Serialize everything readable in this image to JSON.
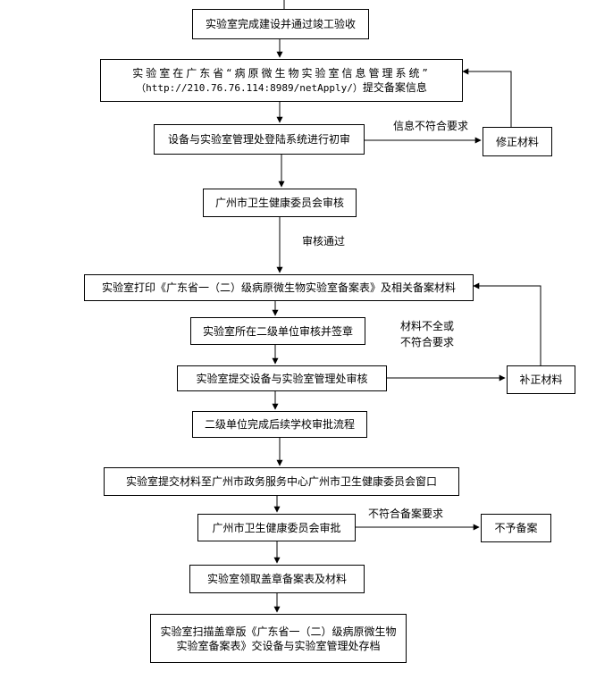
{
  "steps": {
    "s1": "实验室完成建设并通过竣工验收",
    "s2_line1": "实验室在广东省“病原微生物实验室信息管理系统”",
    "s2_line2_url": "（http://210.76.76.114:8989/netApply/）",
    "s2_line2_rest": "提交备案信息",
    "s3": "设备与实验室管理处登陆系统进行初审",
    "s4": "广州市卫生健康委员会审核",
    "s5": "实验室打印《广东省一（二）级病原微生物实验室备案表》及相关备案材料",
    "s6": "实验室所在二级单位审核并签章",
    "s7": "实验室提交设备与实验室管理处审核",
    "s8": "二级单位完成后续学校审批流程",
    "s9": "实验室提交材料至广州市政务服务中心广州市卫生健康委员会窗口",
    "s10": "广州市卫生健康委员会审批",
    "s11": "实验室领取盖章备案表及材料",
    "s12_line1": "实验室扫描盖章版《广东省一（二）级病原微生物",
    "s12_line2": "实验室备案表》交设备与实验室管理处存档"
  },
  "side": {
    "revise": "修正材料",
    "supplement": "补正材料",
    "reject": "不予备案"
  },
  "labels": {
    "info_not_meet": "信息不符合要求",
    "review_passed": "审核通过",
    "incomplete_line1": "材料不全或",
    "incomplete_line2": "不符合要求",
    "not_meet_filing": "不符合备案要求"
  }
}
